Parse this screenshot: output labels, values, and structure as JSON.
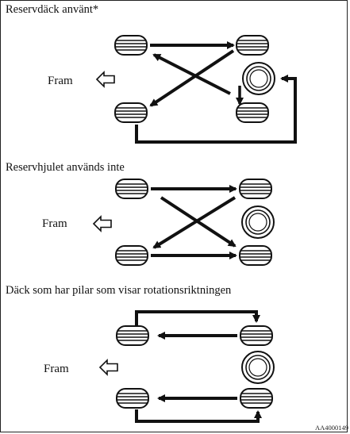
{
  "sections": [
    {
      "title": "Reservdäck använt*",
      "front_label": "Fram"
    },
    {
      "title": "Reservhjulet används inte",
      "front_label": "Fram"
    },
    {
      "title": "Däck som har pilar som visar rotationsriktningen",
      "front_label": "Fram"
    }
  ],
  "figure_code": "AA4000149",
  "colors": {
    "ink": "#111111",
    "tire_fill": "#ffffff",
    "frame": "#222222"
  }
}
